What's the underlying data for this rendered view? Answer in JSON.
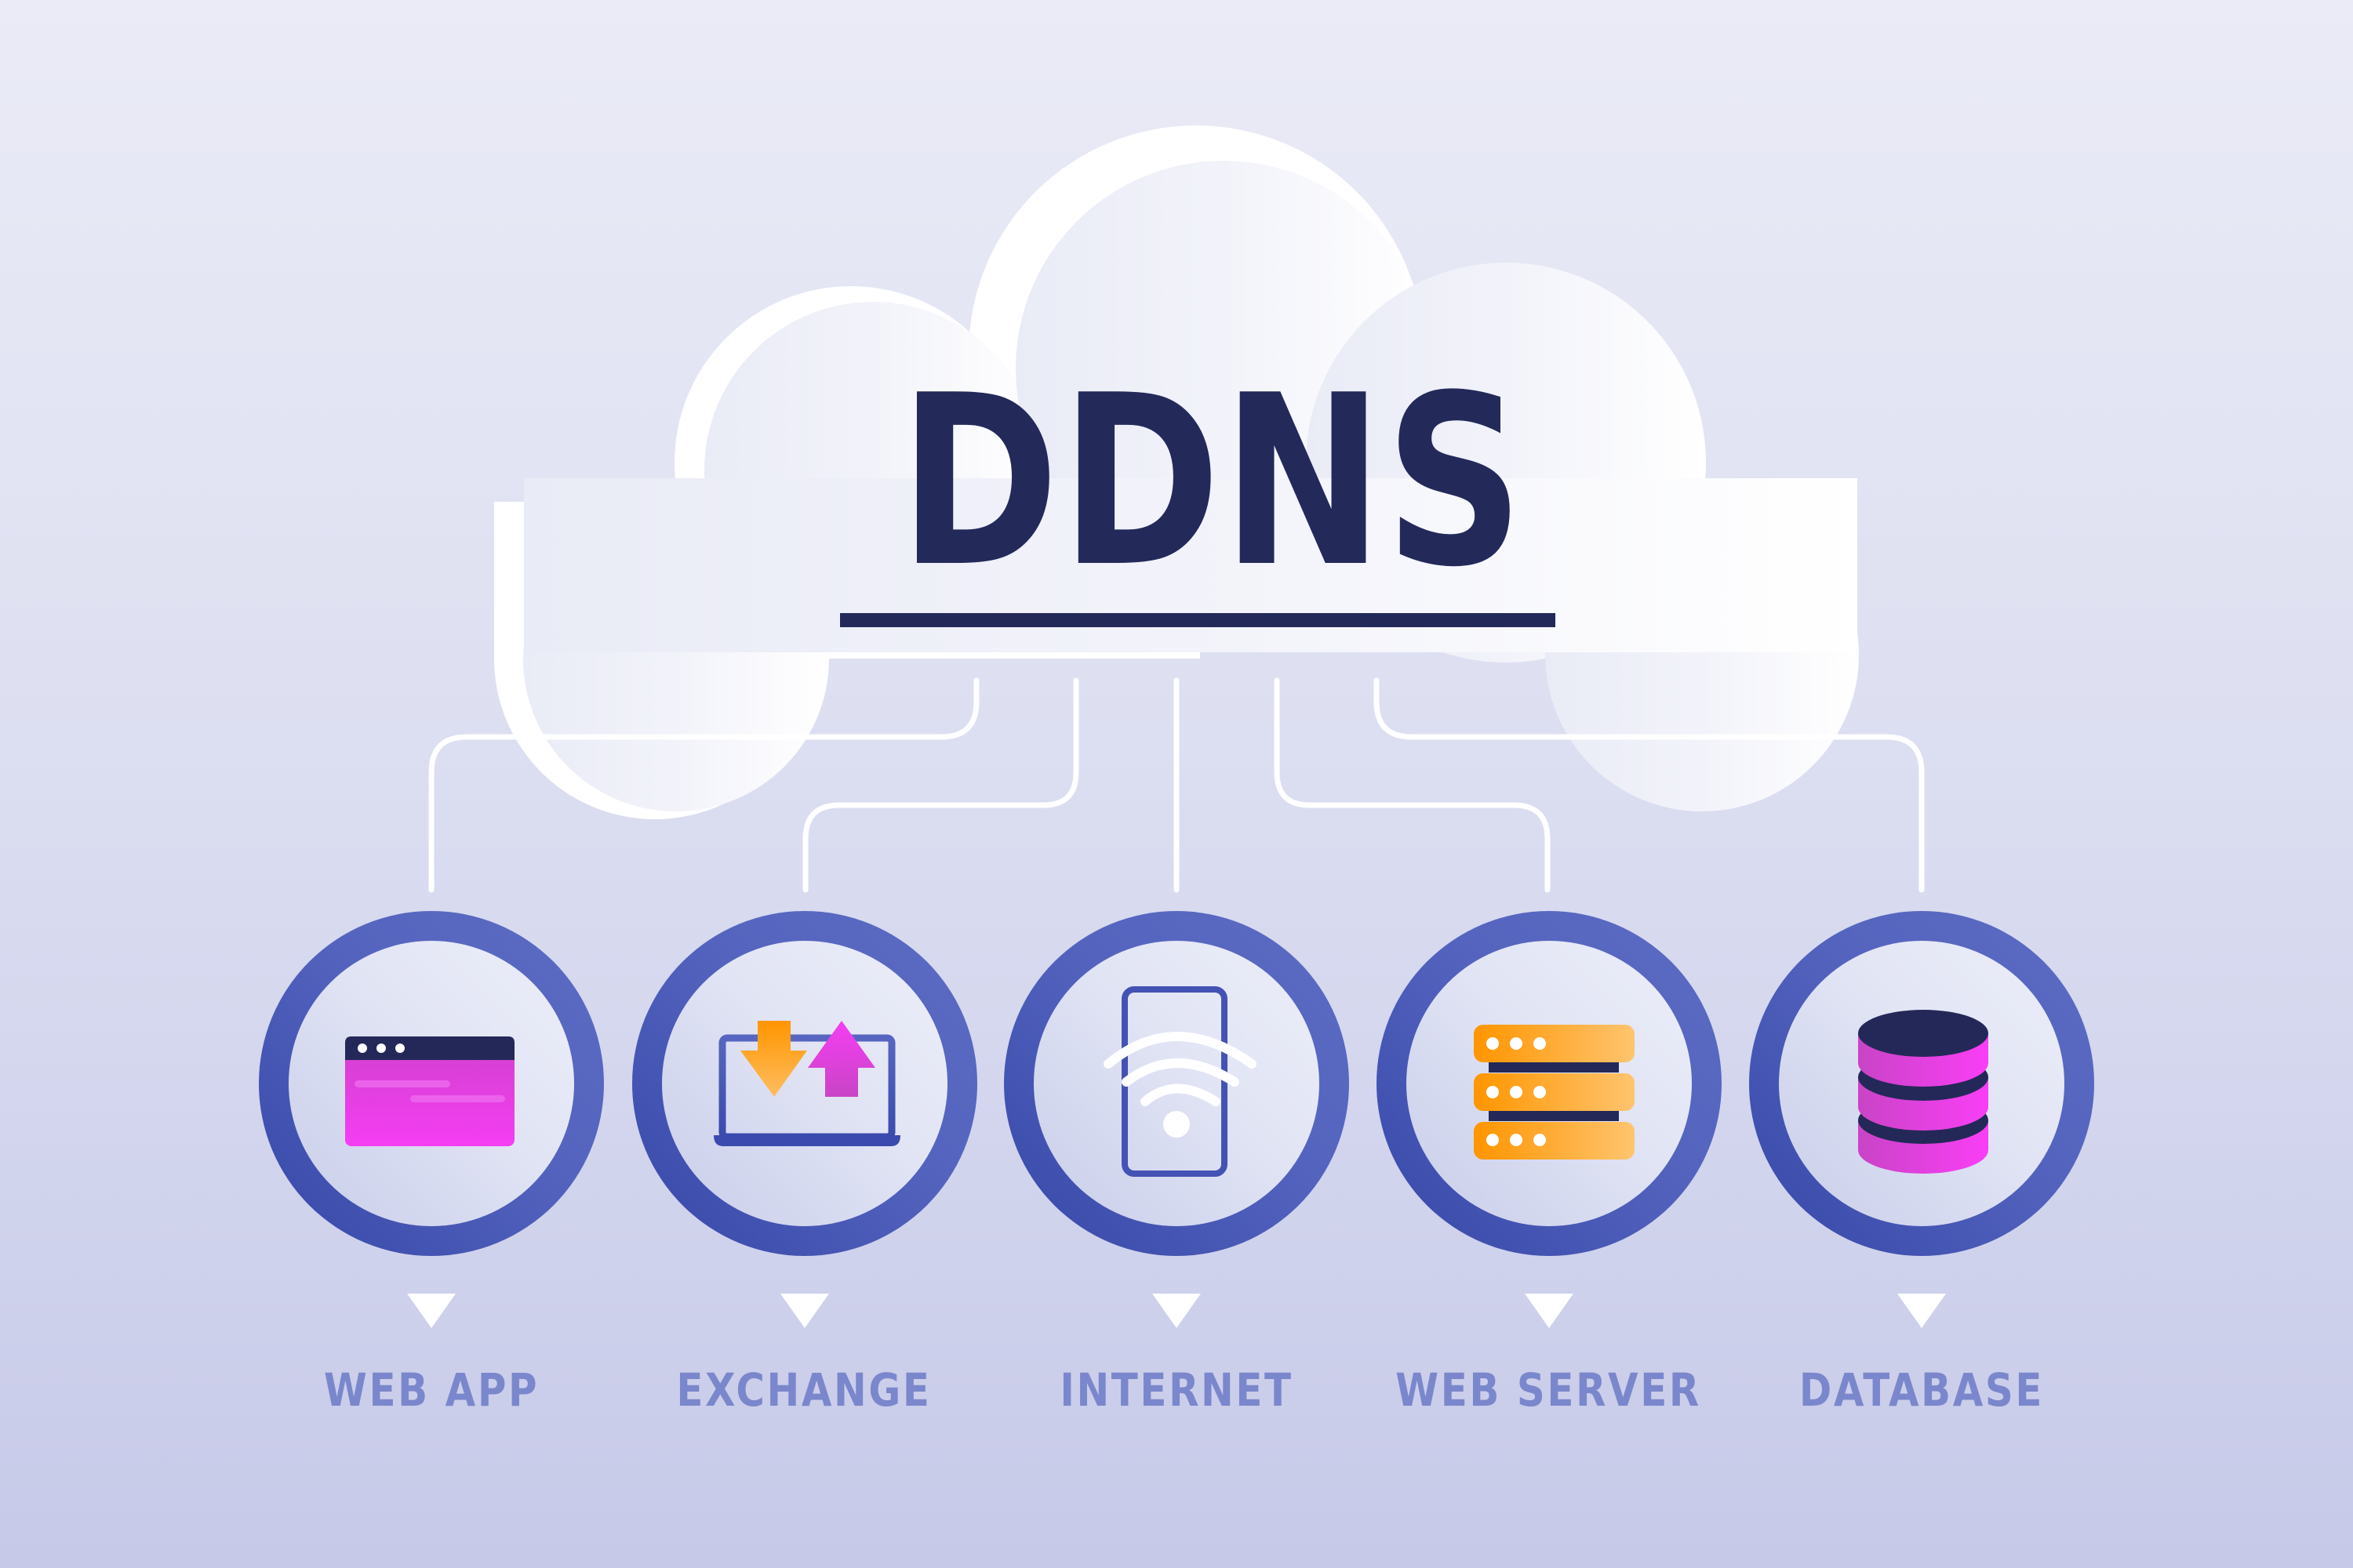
{
  "diagram": {
    "title": "DDNS",
    "colors": {
      "background_top": "#eaebf6",
      "background_bottom": "#c6c9e8",
      "cloud": "#f7f8fd",
      "title_text": "#232a5a",
      "ring": "#4a5ab8",
      "connector": "#ffffff",
      "label_text": "#7b87cc",
      "accent_magenta": "#f43df0",
      "accent_orange": "#ff9500"
    },
    "nodes": [
      {
        "id": "web-app",
        "label": "WEB APP",
        "icon": "browser-window-icon"
      },
      {
        "id": "exchange",
        "label": "EXCHANGE",
        "icon": "laptop-transfer-icon"
      },
      {
        "id": "internet",
        "label": "INTERNET",
        "icon": "phone-wifi-icon"
      },
      {
        "id": "web-server",
        "label": "WEB SERVER",
        "icon": "server-rack-icon"
      },
      {
        "id": "database",
        "label": "DATABASE",
        "icon": "database-icon"
      }
    ],
    "edges": [
      {
        "from": "DDNS",
        "to": "web-app"
      },
      {
        "from": "DDNS",
        "to": "exchange"
      },
      {
        "from": "DDNS",
        "to": "internet"
      },
      {
        "from": "DDNS",
        "to": "web-server"
      },
      {
        "from": "DDNS",
        "to": "database"
      }
    ]
  }
}
